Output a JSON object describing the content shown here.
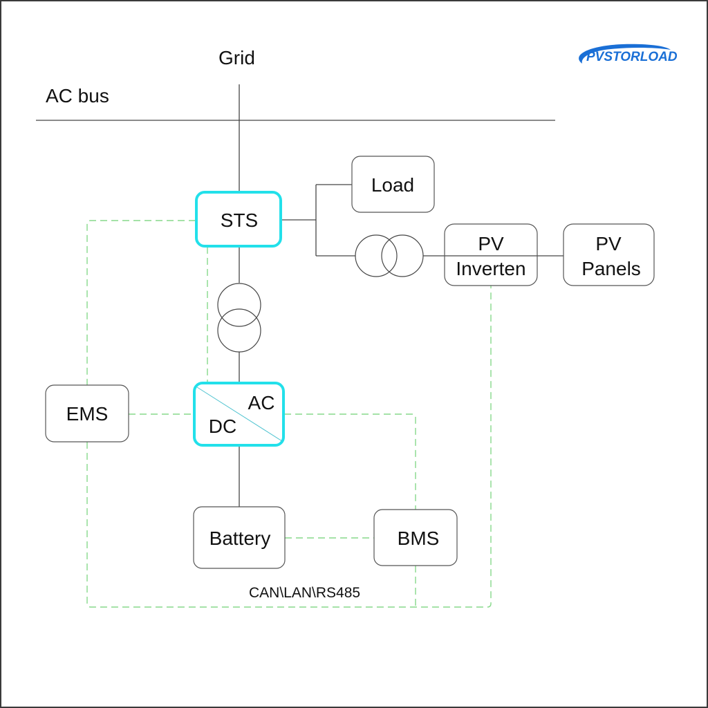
{
  "logo": {
    "text": "PVSTORLOAD",
    "color": "#1a6fd6"
  },
  "labels": {
    "grid": "Grid",
    "ac_bus": "AC bus",
    "comm": "CAN\\LAN\\RS485"
  },
  "nodes": {
    "sts": {
      "label": "STS"
    },
    "load": {
      "label": "Load"
    },
    "pv_inverter": {
      "line1": "PV",
      "line2": "Inverten"
    },
    "pv_panels": {
      "line1": "PV",
      "line2": "Panels"
    },
    "pcs": {
      "ac": "AC",
      "dc": "DC"
    },
    "ems": {
      "label": "EMS"
    },
    "battery": {
      "label": "Battery"
    },
    "bms": {
      "label": "BMS"
    }
  },
  "colors": {
    "power_line": "#444444",
    "highlight_box": "#22e0ea",
    "comm_line": "#86d98a",
    "box_border": "#555555"
  }
}
